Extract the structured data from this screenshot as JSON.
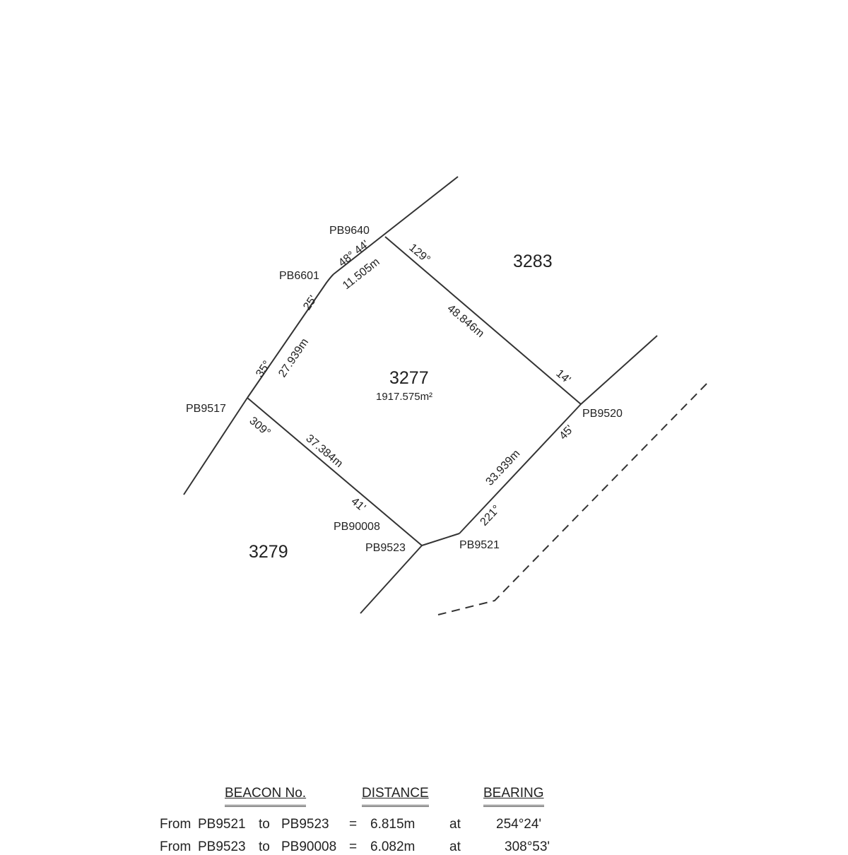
{
  "parcels": {
    "main": {
      "number": "3277",
      "area": "1917.575m²"
    },
    "north_east": "3283",
    "south_west": "3279"
  },
  "beacons": [
    "PB9640",
    "PB6601",
    "PB9517",
    "PB9520",
    "PB90008",
    "PB9523",
    "PB9521"
  ],
  "edge_labels": {
    "pb9640_pb6601_bearing": "48° 44'",
    "pb9640_pb6601_distance": "11.505m",
    "pb6601_pb9517_bearing_min": "25'",
    "pb6601_pb9517_bearing_deg": "35°",
    "pb6601_pb9517_distance": "27.939m",
    "pb9640_pb9520_bearing_deg": "129°",
    "pb9640_pb9520_distance": "48.846m",
    "pb9640_pb9520_bearing_min": "14'",
    "pb9517_pb90008_bearing_deg": "309°",
    "pb9517_pb90008_distance": "37.384m",
    "pb9517_pb90008_bearing_min": "41'",
    "pb9521_pb9520_bearing_min": "45'",
    "pb9521_pb9520_distance": "33.939m",
    "pb9521_pb9520_bearing_deg": "221°"
  },
  "table": {
    "headers": {
      "beacon": "BEACON No.",
      "distance": "DISTANCE",
      "bearing": "BEARING"
    },
    "rows": [
      {
        "from_word": "From",
        "from": "PB9521",
        "to_word": "to",
        "to": "PB9523",
        "eq": "=",
        "distance": "6.815m",
        "at": "at",
        "bearing": "254°24'"
      },
      {
        "from_word": "From",
        "from": "PB9523",
        "to_word": "to",
        "to": "PB90008",
        "eq": "=",
        "distance": "6.082m",
        "at": "at",
        "bearing": "308°53'"
      }
    ]
  }
}
